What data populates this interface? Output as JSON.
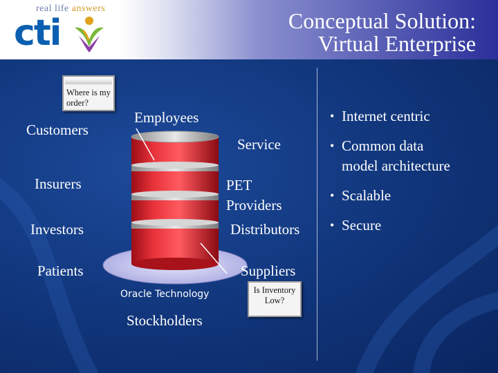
{
  "header": {
    "tagline_part1": "real life ",
    "tagline_part2": "answers",
    "logo_text": "cti",
    "title_line1": "Conceptual Solution:",
    "title_line2": "Virtual Enterprise"
  },
  "diagram": {
    "left_labels": {
      "customers": "Customers",
      "insurers": "Insurers",
      "investors": "Investors",
      "patients": "Patients"
    },
    "top_labels": {
      "employees": "Employees"
    },
    "right_labels": {
      "service": "Service",
      "pet_providers_line1": "PET",
      "pet_providers_line2": "Providers",
      "distributors": "Distributors",
      "suppliers": "Suppliers"
    },
    "bottom_labels": {
      "oracle": "Oracle Technology",
      "stockholders": "Stockholders"
    },
    "callout_order": {
      "line1": "Where is my",
      "line2": "order?"
    },
    "callout_inventory": {
      "line1": "Is Inventory",
      "line2": "Low?"
    },
    "colors": {
      "cylinder": "#d9202a",
      "disk_band": "#c8c8c8",
      "platform": "#c9c9f4"
    }
  },
  "bullets": [
    {
      "text": "Internet centric"
    },
    {
      "text_line1": "Common data",
      "text_line2": "model architecture"
    },
    {
      "text": "Scalable"
    },
    {
      "text": "Secure"
    }
  ]
}
